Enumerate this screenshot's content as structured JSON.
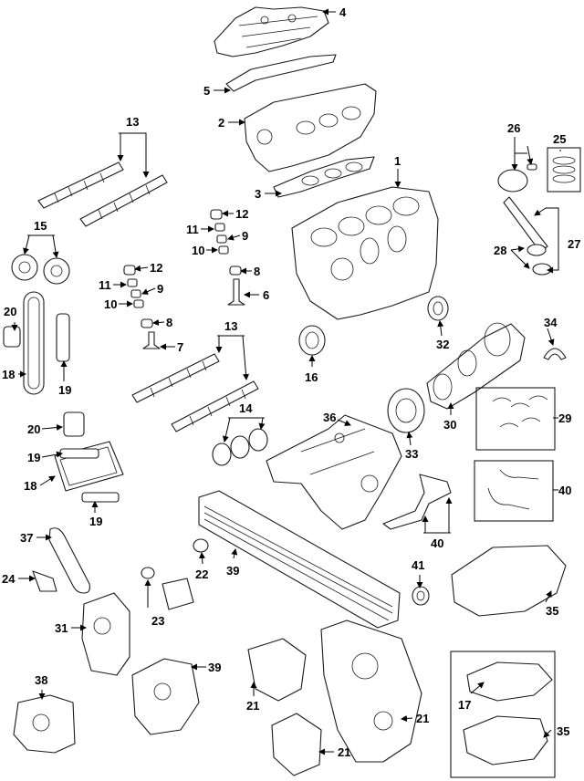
{
  "callouts": {
    "c1": "1",
    "c2": "2",
    "c3": "3",
    "c4": "4",
    "c5": "5",
    "c6": "6",
    "c7": "7",
    "c8a": "8",
    "c8b": "8",
    "c9a": "9",
    "c9b": "9",
    "c10a": "10",
    "c10b": "10",
    "c11a": "11",
    "c11b": "11",
    "c12a": "12",
    "c12b": "12",
    "c13a": "13",
    "c13b": "13",
    "c14": "14",
    "c15": "15",
    "c16": "16",
    "c17": "17",
    "c18a": "18",
    "c18b": "18",
    "c19a": "19",
    "c19b": "19",
    "c19c": "19",
    "c20a": "20",
    "c20b": "20",
    "c21a": "21",
    "c21b": "21",
    "c21c": "21",
    "c22": "22",
    "c23": "23",
    "c24": "24",
    "c25": "25",
    "c26": "26",
    "c27": "27",
    "c28": "28",
    "c29": "29",
    "c30": "30",
    "c31": "31",
    "c32": "32",
    "c33": "33",
    "c34": "34",
    "c35a": "35",
    "c35b": "35",
    "c36": "36",
    "c37": "37",
    "c38": "38",
    "c39a": "39",
    "c39b": "39",
    "c40a": "40",
    "c40b": "40",
    "c41": "41"
  }
}
